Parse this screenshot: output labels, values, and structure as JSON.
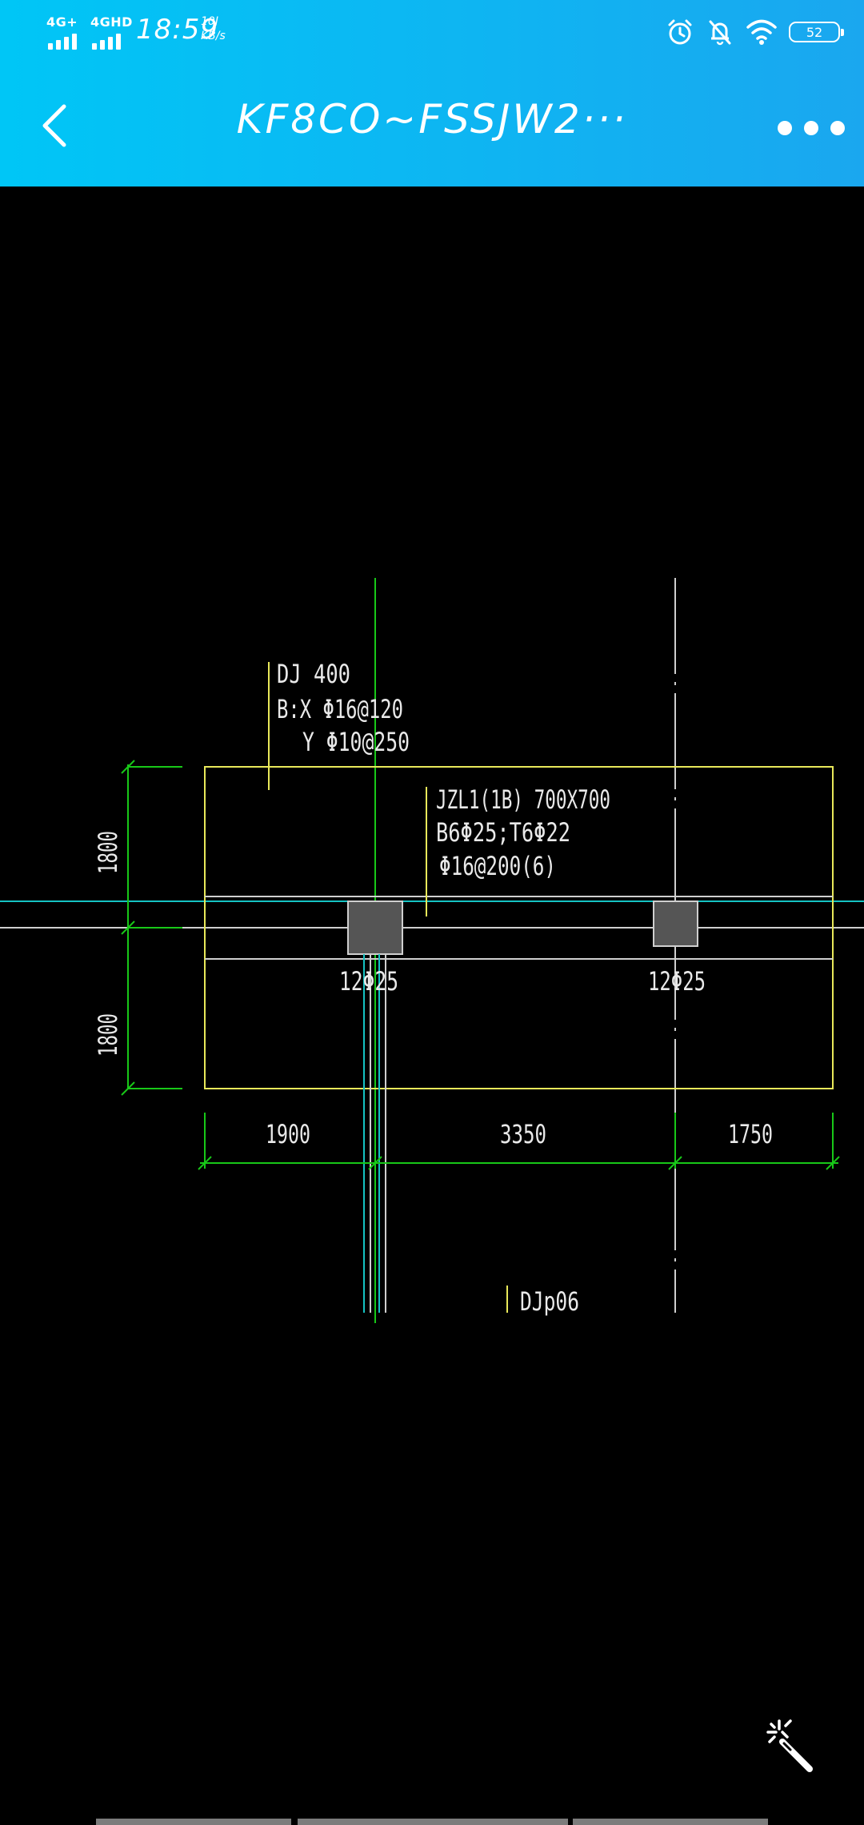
{
  "status_bar": {
    "sim1": "4G+",
    "sim2": "4GHD",
    "time": "18:59",
    "speed_value": "10J",
    "speed_unit": "KB/s",
    "battery": "52"
  },
  "header": {
    "title": "KF8CO~FSSJW2···",
    "back_icon": "chevron-left-icon",
    "more_icon": "more-dots-icon",
    "colors": {
      "gradient_start": "#00c6f6",
      "gradient_end": "#1aa7ef"
    }
  },
  "drawing": {
    "labels": {
      "dj_title": "DJ 400",
      "dj_bx": "B:X Φ16@120",
      "dj_y": "Y Φ10@250",
      "jzl_title": "JZL1(1B) 700X700",
      "jzl_bt": "B6Φ25;T6Φ22",
      "jzl_stirrup": "Φ16@200(6)",
      "col_left": "12Φ25",
      "col_right": "12Φ25",
      "dim_top_left": "1800",
      "dim_bottom_left": "1800",
      "dim_1": "1900",
      "dim_2": "3350",
      "dim_3": "1750",
      "tag_bottom": "DJp06"
    },
    "colors": {
      "outline": "#e8e85a",
      "dimension": "#18c818",
      "axis": "#cfcfcf",
      "cyan": "#15c3c3",
      "column_fill": "#555555"
    }
  },
  "tools": {
    "magic_icon": "magic-wand-icon"
  }
}
